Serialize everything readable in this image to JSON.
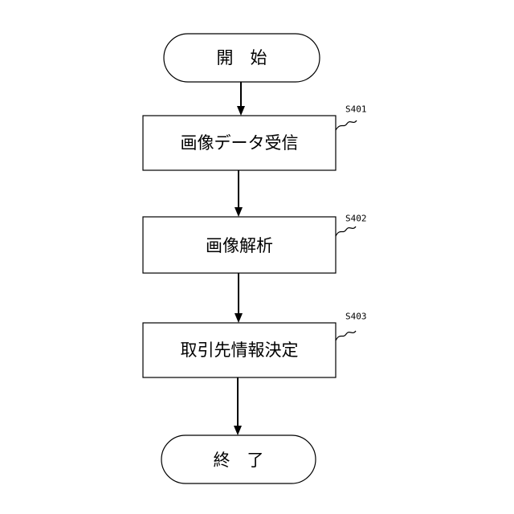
{
  "start": {
    "label": "開　始"
  },
  "steps": [
    {
      "id": "S401",
      "label": "画像データ受信"
    },
    {
      "id": "S402",
      "label": "画像解析"
    },
    {
      "id": "S403",
      "label": "取引先情報決定"
    }
  ],
  "end": {
    "label": "終　了"
  }
}
